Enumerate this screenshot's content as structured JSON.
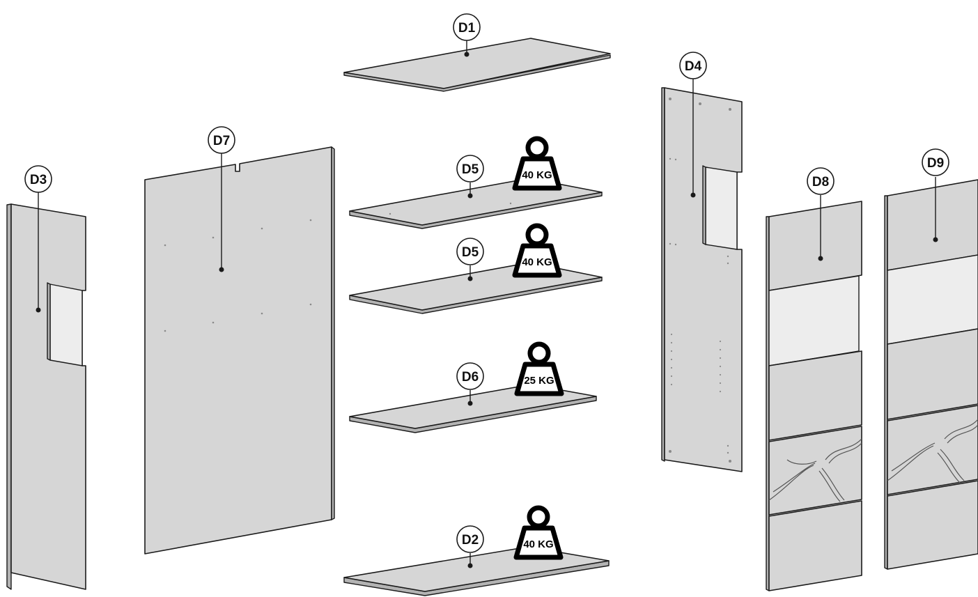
{
  "parts": [
    {
      "id": "d1",
      "label": "D1"
    },
    {
      "id": "d2",
      "label": "D2"
    },
    {
      "id": "d3",
      "label": "D3"
    },
    {
      "id": "d4",
      "label": "D4"
    },
    {
      "id": "d5a",
      "label": "D5"
    },
    {
      "id": "d5b",
      "label": "D5"
    },
    {
      "id": "d6",
      "label": "D6"
    },
    {
      "id": "d7",
      "label": "D7"
    },
    {
      "id": "d8",
      "label": "D8"
    },
    {
      "id": "d9",
      "label": "D9"
    }
  ],
  "load_limits": [
    {
      "part": "D5",
      "text": "40 KG"
    },
    {
      "part": "D5",
      "text": "40 KG"
    },
    {
      "part": "D6",
      "text": "25 KG"
    },
    {
      "part": "D2",
      "text": "40 KG"
    }
  ],
  "icons": [
    "weight-icon"
  ]
}
